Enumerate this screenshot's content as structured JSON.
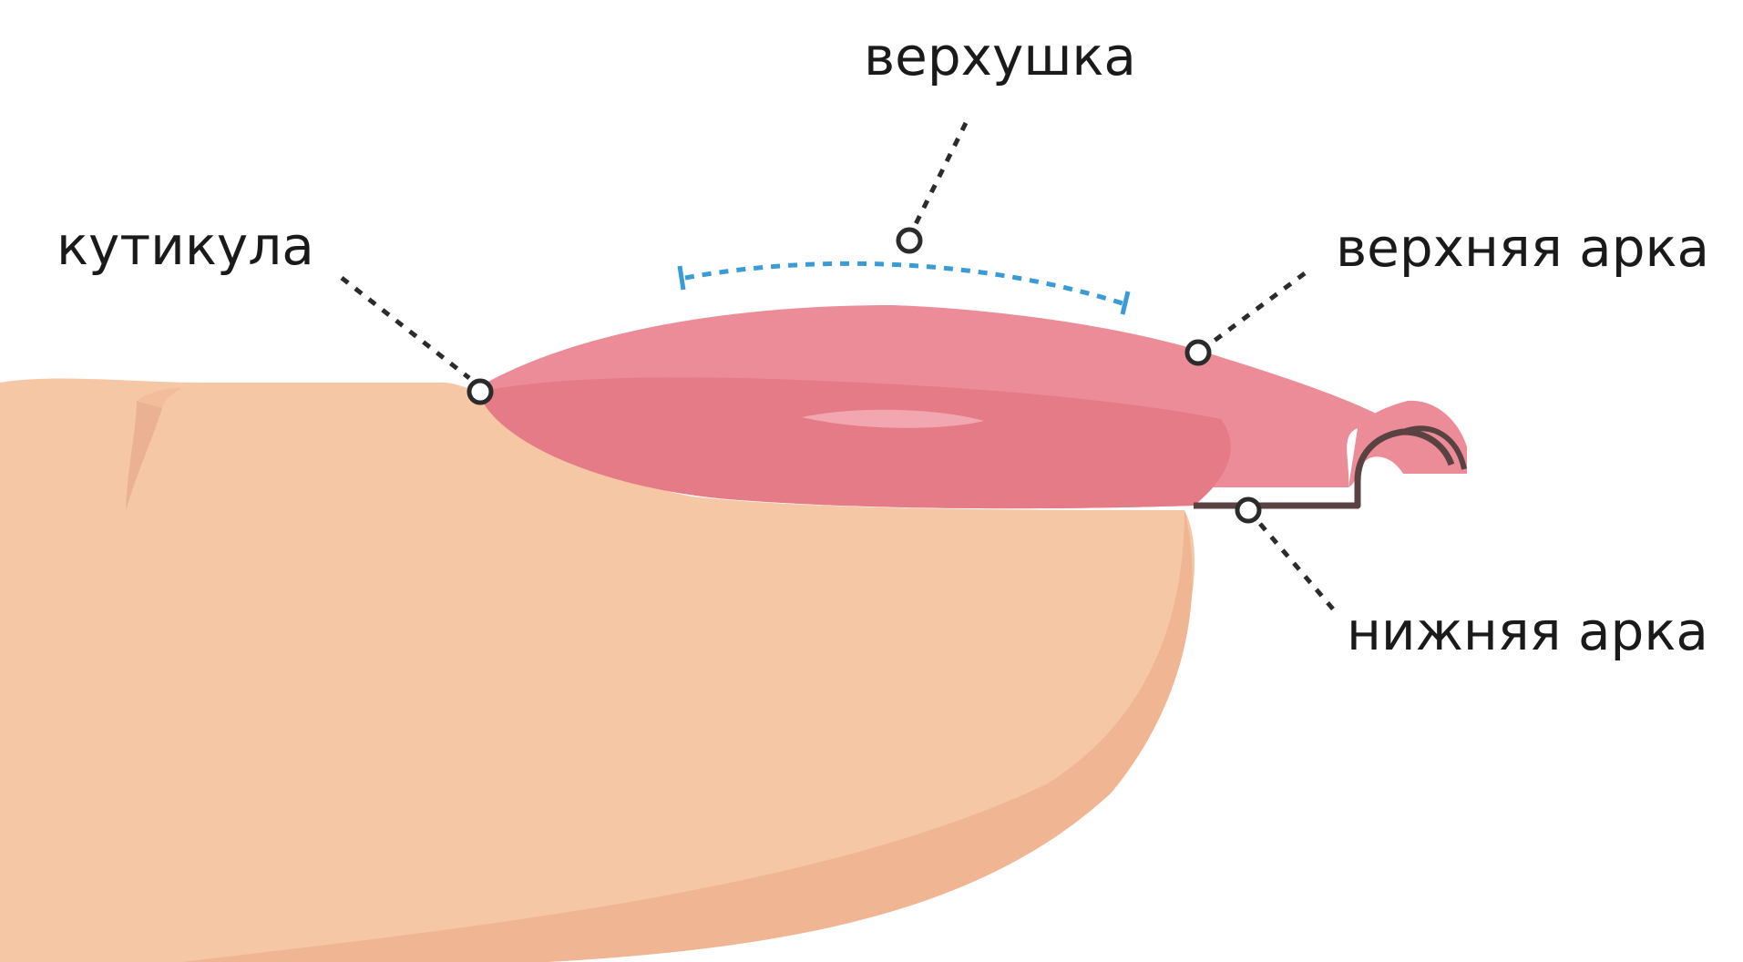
{
  "labels": {
    "apex": "верхушка",
    "cuticle": "кутикула",
    "upper_arch": "верхняя арка",
    "lower_arch": "нижняя арка"
  },
  "colors": {
    "skin": "#f6c7a5",
    "skin_shade": "#f0b592",
    "nail": "#ec8c98",
    "nail_dark": "#e57b87",
    "nail_highlight": "#f2a6b0",
    "apex_arc": "#3a9bd6",
    "outline": "#5a4242",
    "text": "#1a1a1a"
  }
}
